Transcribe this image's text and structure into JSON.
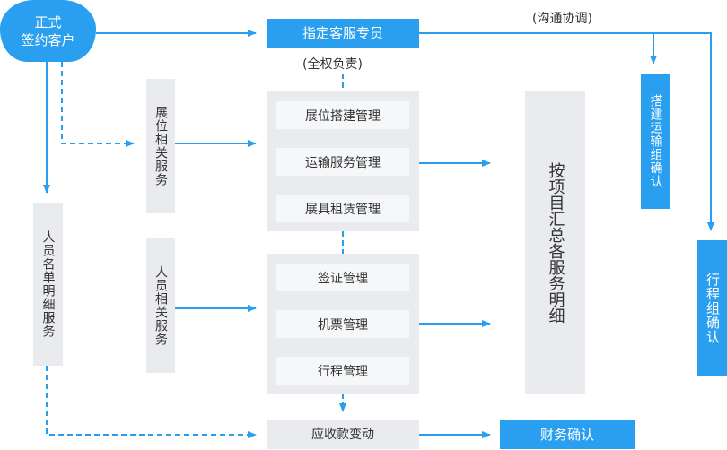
{
  "client": {
    "line1": "正式",
    "line2": "签约客户"
  },
  "specialist": {
    "label": "指定客服专员",
    "responsibility": "(全权负责)"
  },
  "coordination_note": "(沟通协调)",
  "exhibition_services": {
    "label": "展位相关服务",
    "items": [
      "展位搭建管理",
      "运输服务管理",
      "展具租赁管理"
    ]
  },
  "personnel_services": {
    "label": "人员相关服务",
    "items": [
      "签证管理",
      "机票管理",
      "行程管理"
    ]
  },
  "personnel_list": {
    "label": "人员名单明细服务"
  },
  "receivables": {
    "label": "应收款变动"
  },
  "finance": {
    "label": "财务确认"
  },
  "summary": {
    "label": "按项目汇总各服务明细"
  },
  "build_transport_confirm": {
    "label": "搭建运输组确认"
  },
  "itinerary_confirm": {
    "label": "行程组确认"
  },
  "colors": {
    "primary_blue": "#2a9ff0",
    "panel_grey": "#e9ebef",
    "item_grey": "#f6f7f9",
    "text": "#333333"
  }
}
